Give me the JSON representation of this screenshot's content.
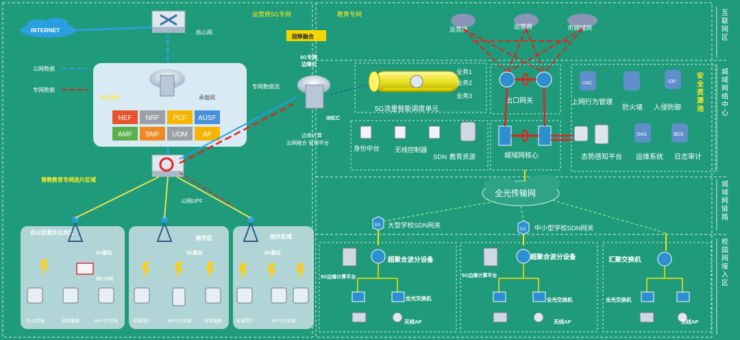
{
  "left": {
    "region_title": "运营商5G专网",
    "internet": "INTERNET",
    "core_net": "核心网",
    "public_data": "公网数据",
    "private_data": "专网数据",
    "vnf_title": "5G VNF",
    "carrier_net": "承载网",
    "vnf_cells": [
      "NEF",
      "NRF",
      "PCF",
      "AUSF",
      "AMF",
      "SMF",
      "UDM",
      "AF"
    ],
    "vnf_colors": [
      "#e8532b",
      "#9aa0a6",
      "#f7b500",
      "#4a90d9",
      "#5ab04a",
      "#f08a24",
      "#9aa0a6",
      "#f7b500"
    ],
    "slice_area": "普教教育专网选片区域",
    "private_flow": "专网数据流",
    "public_upf": "公网UPF",
    "zones": [
      "办公区室外公共区",
      "教学区",
      "校外区域"
    ],
    "bs_5g": "5G基站",
    "cpe_5g": "5G CPE",
    "terminals": [
      "办公终端",
      "高清摄像",
      "NB-IOT终端",
      "普通用户",
      "NB-IOT终端",
      "高清摄像",
      "普通用户",
      "NB-IOT终端"
    ]
  },
  "center": {
    "fusion": "固移融合",
    "edge_cloud_1": "5G专网",
    "edge_cloud_2": "边缘云",
    "imec": "IMEC",
    "edge_desc_1": "边缘计算",
    "edge_desc_2": "云网融合 管理平台"
  },
  "right": {
    "region_title": "教育专网",
    "carriers": [
      "运营商",
      "运营商",
      "市城域网"
    ],
    "scheduler": "5G流量智能调度单元",
    "services": [
      "业务1",
      "业务2",
      "业务3"
    ],
    "exit_gw": "出口网关",
    "metro_core": "城域网核心",
    "left_services": [
      "身份中台",
      "无线控制器",
      "SDN",
      "教育资源"
    ],
    "security": [
      "上网行为管理",
      "防火墙",
      "入侵防御",
      "态势感知平台",
      "运维系统",
      "日志审计"
    ],
    "security_icons": [
      "UAC",
      "",
      "IDP",
      "",
      "OAS",
      "BDS"
    ],
    "security_pool": "安全资源池",
    "optical": "全光传输网",
    "large_school": "大型学校SDN网关",
    "small_school": "中小型学校SDN网关",
    "eg": "EG",
    "super_wave": "超聚合波分设备",
    "edge_platform": "5G边缘计算平台",
    "agg_switch": "汇聚交换机",
    "optical_switch": "全光交换机",
    "wireless_ap": "无线AP",
    "side_labels": [
      "互联网区",
      "城域网络中心",
      "城域网链路",
      "校园网接入区"
    ]
  }
}
